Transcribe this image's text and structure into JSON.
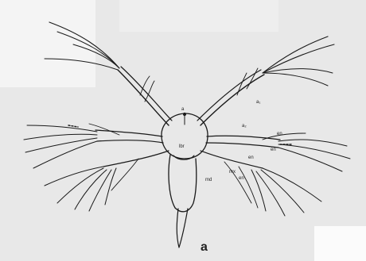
{
  "figure": {
    "panel_label": "a",
    "labels": {
      "a": "a",
      "a1": "a₁",
      "a2": "a₂",
      "lbr": "lbr",
      "md": "md",
      "mx": "mx",
      "e1": "en",
      "e2": "en",
      "e3": "en",
      "e4": "en"
    },
    "colors": {
      "paper": "#e9e9e9",
      "ink": "#1a1a1a"
    }
  }
}
